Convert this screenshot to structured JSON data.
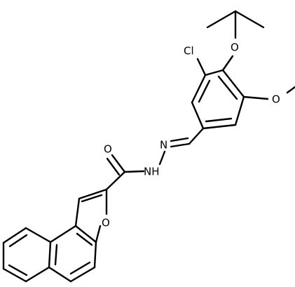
{
  "molecule": {
    "atom_labels": {
      "chlorine": "Cl",
      "ether_oxygen_isopropoxy": "O",
      "ether_oxygen_methoxy": "O",
      "carbonyl_oxygen": "O",
      "imine_nitrogen": "N",
      "hydrazide_nh": "NH",
      "furan_oxygen": "O"
    },
    "colors": {
      "bond": "#000000",
      "label": "#000000",
      "background": "#ffffff"
    }
  }
}
